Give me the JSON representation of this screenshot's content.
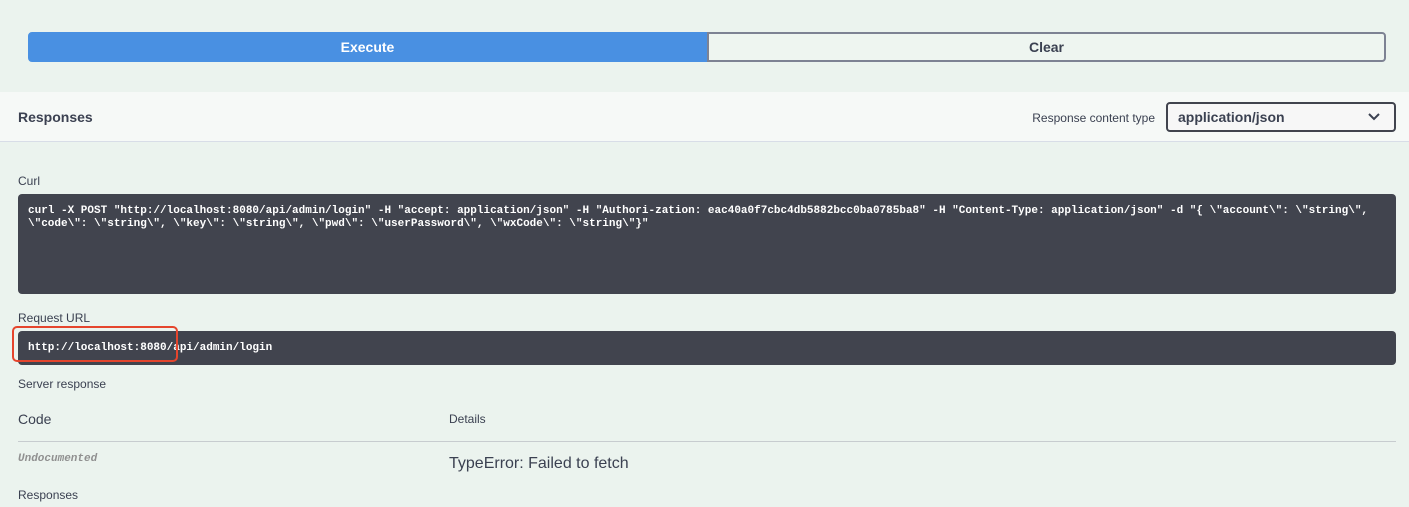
{
  "actions": {
    "execute_label": "Execute",
    "clear_label": "Clear"
  },
  "responses_header": {
    "title": "Responses",
    "content_type_label": "Response content type",
    "content_type_value": "application/json",
    "chevron_icon": "chevron-down-icon"
  },
  "curl": {
    "label": "Curl",
    "command": "curl -X POST \"http://localhost:8080/api/admin/login\" -H \"accept: application/json\" -H \"Authori-zation: eac40a0f7cbc4db5882bcc0ba0785ba8\" -H \"Content-Type: application/json\" -d \"{ \\\"account\\\": \\\"string\\\", \\\"code\\\": \\\"string\\\", \\\"key\\\": \\\"string\\\", \\\"pwd\\\": \\\"userPassword\\\", \\\"wxCode\\\": \\\"string\\\"}\""
  },
  "request_url": {
    "label": "Request URL",
    "value": "http://localhost:8080/api/admin/login"
  },
  "server_response": {
    "label": "Server response",
    "columns": {
      "code": "Code",
      "details": "Details"
    },
    "rows": [
      {
        "code": "Undocumented",
        "details": "TypeError: Failed to fetch"
      }
    ]
  },
  "footer": {
    "responses_label": "Responses"
  },
  "colors": {
    "execute_bg": "#4990e2",
    "code_bg": "#41444e",
    "highlight": "#e5452d",
    "page_bg": "#ebf3ee"
  }
}
